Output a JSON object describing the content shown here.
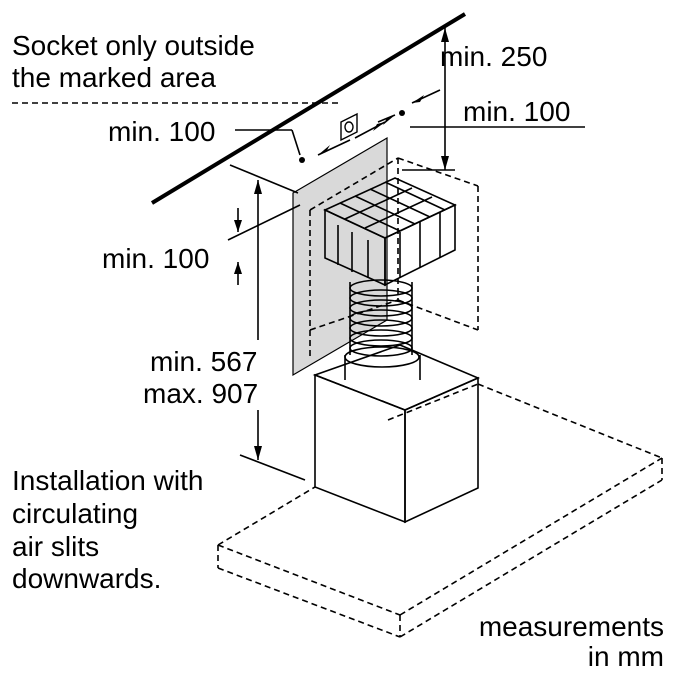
{
  "labels": {
    "socket_line1": "Socket only outside",
    "socket_line2": "the marked area",
    "min_250": "min. 250",
    "min_100_top_right": "min. 100",
    "min_100_top_left": "min. 100",
    "min_100_mid": "min. 100",
    "min_567": "min. 567",
    "max_907": "max. 907",
    "install_line1": "Installation with",
    "install_line2": "circulating",
    "install_line3": "air slits",
    "install_line4": "downwards.",
    "units_line1": "measurements",
    "units_line2": "in mm"
  },
  "colors": {
    "line": "#000000",
    "marked_area": "#d9d9d9",
    "background": "#ffffff"
  }
}
